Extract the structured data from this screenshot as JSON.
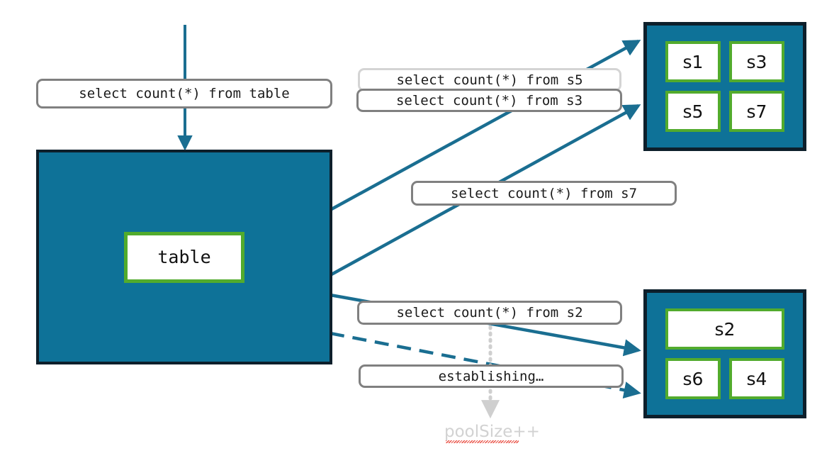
{
  "diagram": {
    "title": "connection-pool-query-routing",
    "colors": {
      "pool_fill": "#0e7298",
      "pool_border": "#0d1f2b",
      "node_border": "#52ab2d",
      "arrow": "#1a6e91",
      "pill_border": "#808080",
      "pill_border_light": "#d4d4d4",
      "dotted": "#cfcfcf",
      "poolsize_text": "#d2d2d2",
      "squiggle": "#e8483c"
    },
    "source": {
      "entry_query": "select count(*) from table",
      "table_label": "table"
    },
    "queries": [
      {
        "id": "q-s5",
        "label": "select count(*) from s5",
        "style": "light"
      },
      {
        "id": "q-s3",
        "label": "select count(*) from s3",
        "style": "normal"
      },
      {
        "id": "q-s7",
        "label": "select count(*) from s7",
        "style": "normal"
      },
      {
        "id": "q-s2",
        "label": "select count(*) from s2",
        "style": "normal"
      },
      {
        "id": "q-establishing",
        "label": "establishing…",
        "style": "normal"
      }
    ],
    "pools": [
      {
        "id": "pool-top",
        "nodes": [
          {
            "label": "s1",
            "wide": false
          },
          {
            "label": "s3",
            "wide": false
          },
          {
            "label": "s5",
            "wide": false
          },
          {
            "label": "s7",
            "wide": false
          }
        ]
      },
      {
        "id": "pool-bottom",
        "nodes": [
          {
            "label": "s2",
            "wide": true
          },
          {
            "label": "s6",
            "wide": false
          },
          {
            "label": "s4",
            "wide": false
          }
        ]
      }
    ],
    "annotation": {
      "poolsize": "poolSize++"
    }
  }
}
